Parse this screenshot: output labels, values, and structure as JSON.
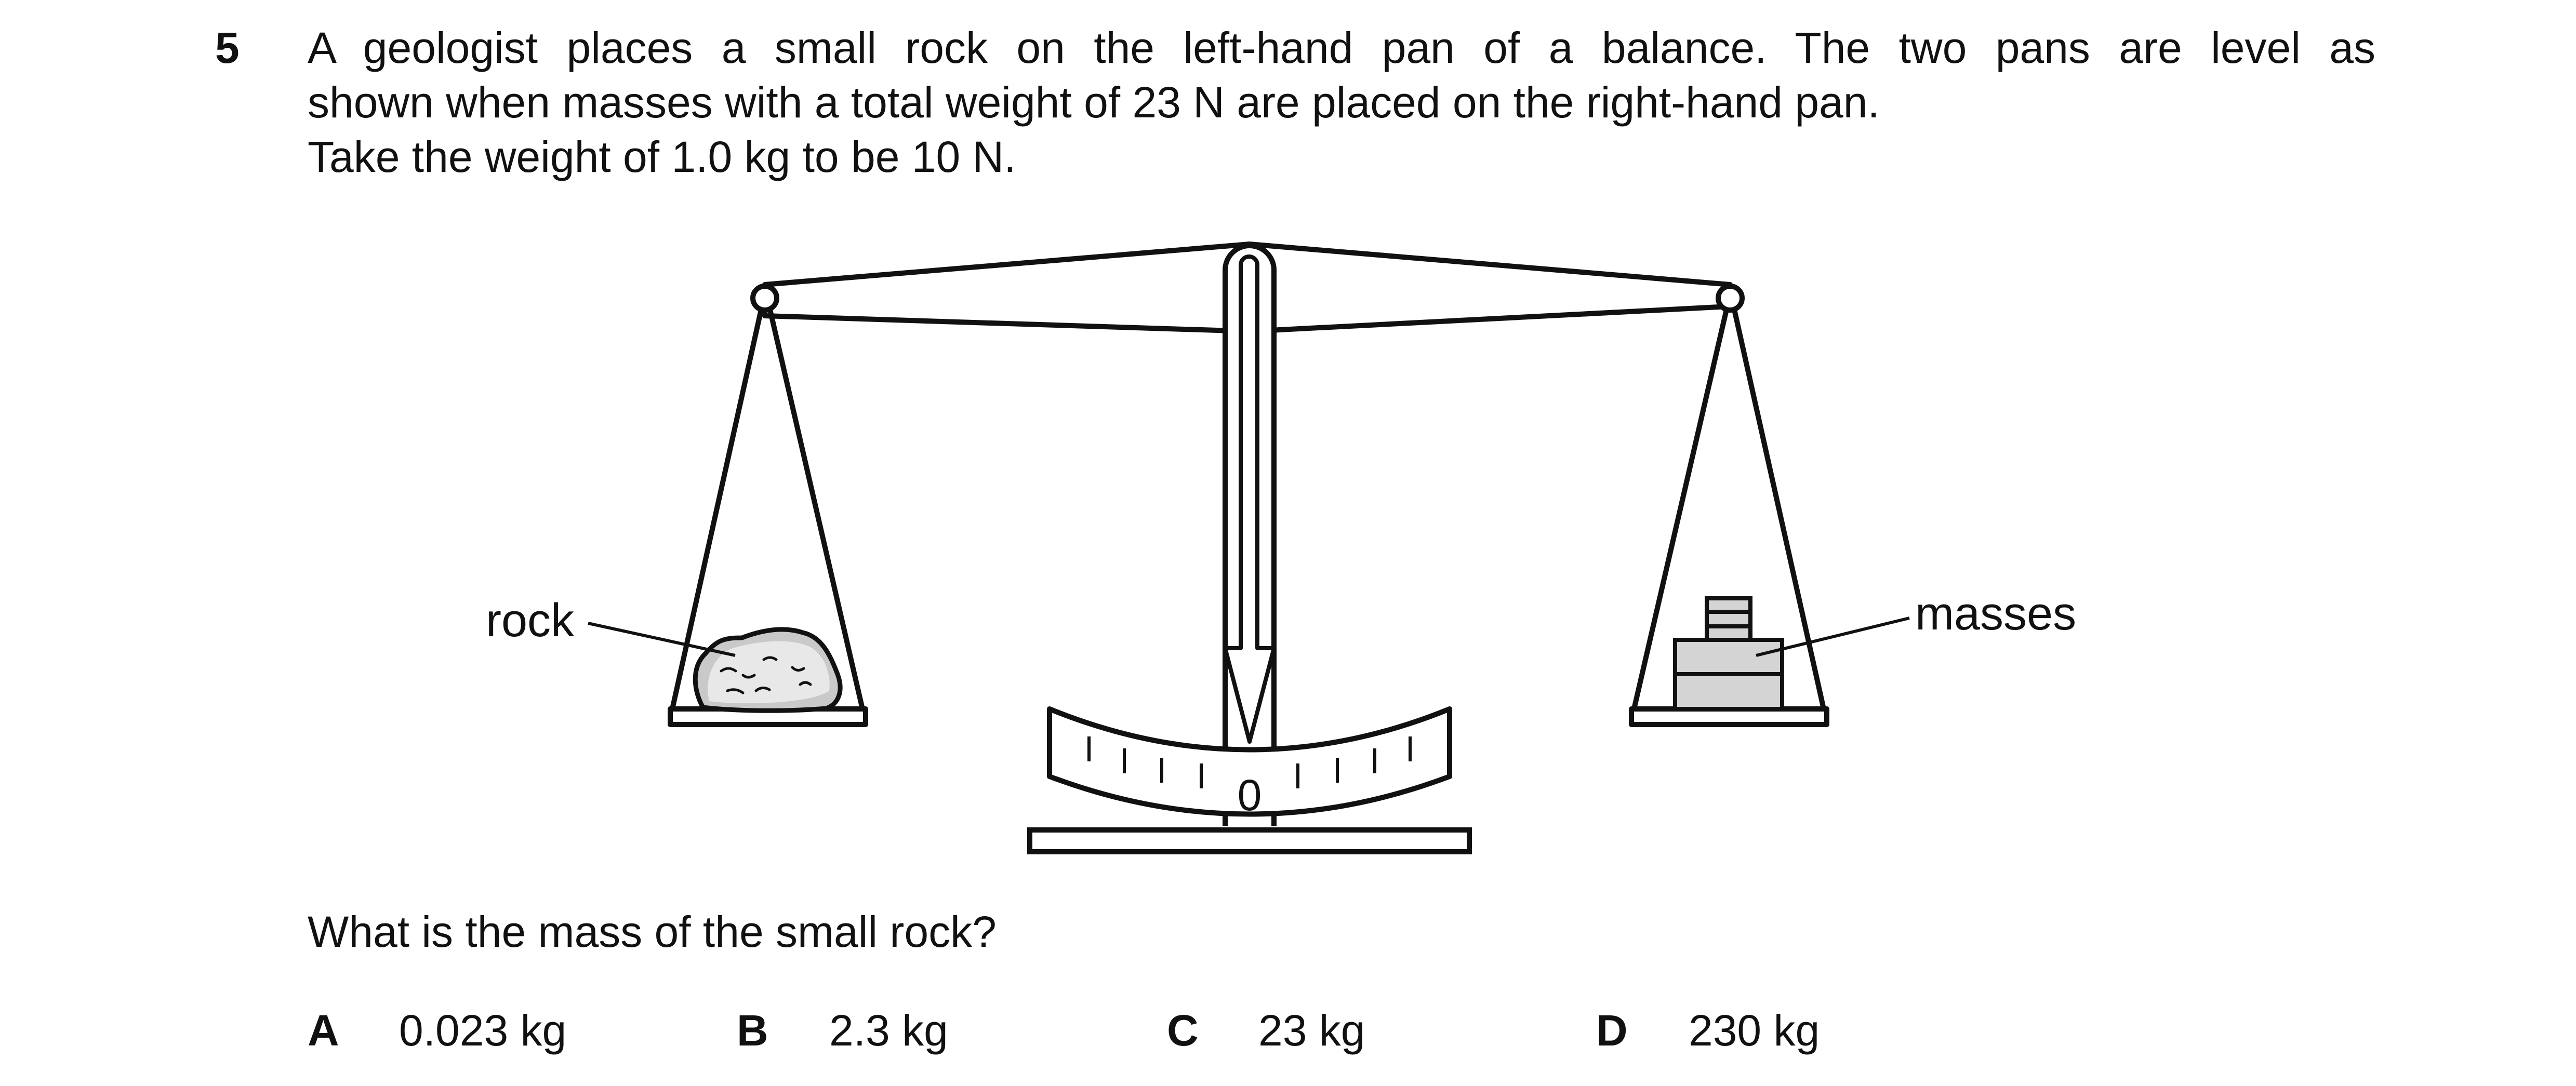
{
  "question": {
    "number": "5",
    "stem_lines": [
      "A geologist places a small rock on the left-hand pan of a balance. The two pans are level as",
      "shown when masses with a total weight of 23 N are placed on the right-hand pan.",
      "Take the weight of 1.0 kg to be 10 N."
    ],
    "prompt": "What is the mass of the small rock?"
  },
  "diagram": {
    "rock_label": "rock",
    "masses_label": "masses",
    "scale_zero": "0"
  },
  "options": [
    {
      "letter": "A",
      "value": "0.023 kg"
    },
    {
      "letter": "B",
      "value": "2.3 kg"
    },
    {
      "letter": "C",
      "value": "23 kg"
    },
    {
      "letter": "D",
      "value": "230 kg"
    }
  ]
}
